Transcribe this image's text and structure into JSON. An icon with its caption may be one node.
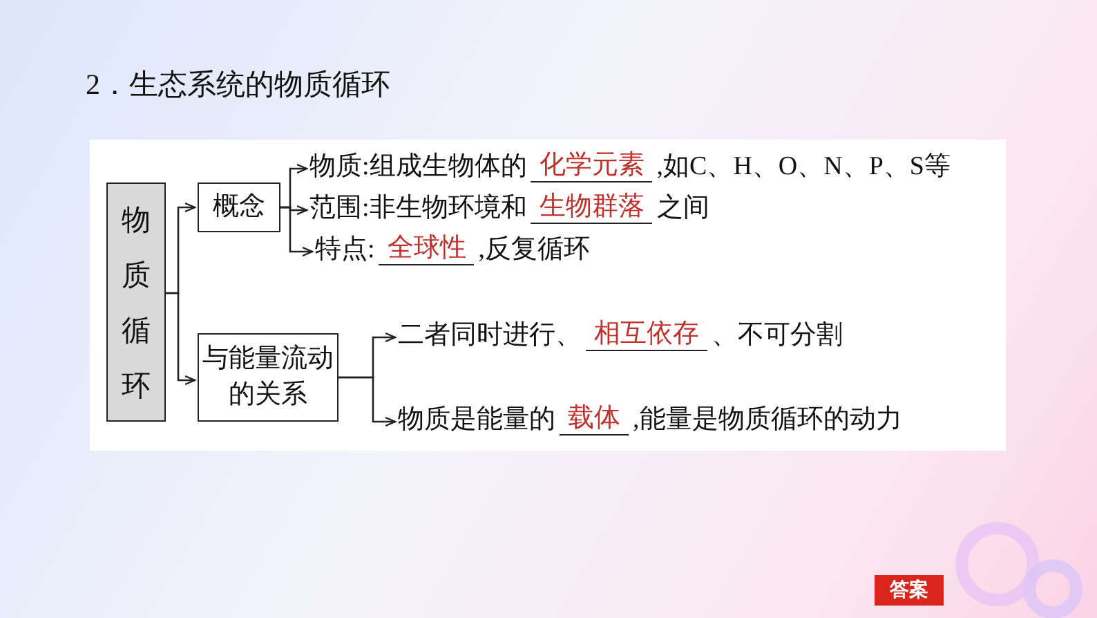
{
  "diagram": {
    "title": "2．生态系统的物质循环",
    "nodes": [
      {
        "text": [
          "物质循环"
        ]
      },
      {
        "text": [
          "概念"
        ]
      },
      {
        "text": [
          "与能量流动的关系"
        ]
      },
      {
        "text": [
          "物质:组成生物体的",
          "化学元素",
          ",如C、H、O、N、P、S等"
        ]
      },
      {
        "text": [
          "范围:非生物环境和",
          "生物群落",
          "之间"
        ]
      },
      {
        "text": [
          "特点:",
          "全球性",
          ",反复循环"
        ]
      },
      {
        "text": [
          "二者同时进行、",
          "相互依存",
          "、不可分割"
        ]
      },
      {
        "text": [
          "物质是能量的",
          "载体",
          ",能量是物质循环的动力"
        ]
      }
    ],
    "edges": [
      {
        "from": 0,
        "to": 1,
        "arrow": "to"
      },
      {
        "from": 0,
        "to": 2,
        "arrow": "to"
      },
      {
        "from": 1,
        "to": 3,
        "arrow": "to"
      },
      {
        "from": 1,
        "to": 4,
        "arrow": "to"
      },
      {
        "from": 1,
        "to": 5,
        "arrow": "to"
      },
      {
        "from": 2,
        "to": 6,
        "arrow": "to"
      },
      {
        "from": 2,
        "to": 7,
        "arrow": "to"
      }
    ],
    "labels": [
      "答案"
    ]
  }
}
